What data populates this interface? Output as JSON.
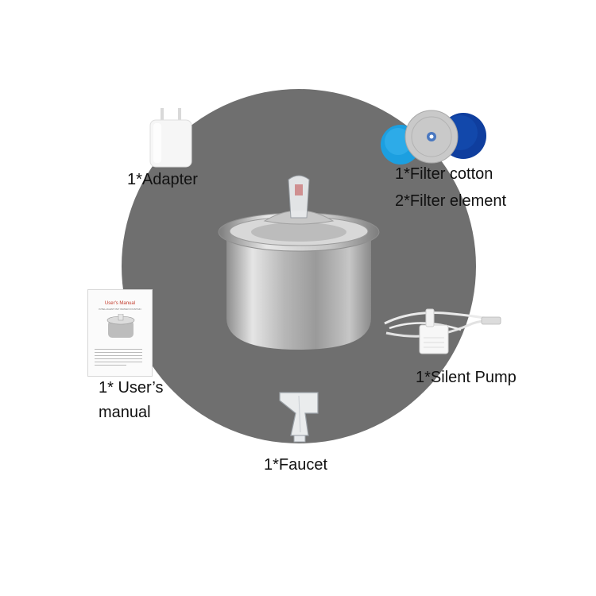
{
  "items": {
    "adapter": "1*Adapter",
    "filter_cotton": "1*Filter cotton",
    "filter_element": "2*Filter element",
    "manual_line1": "1* User’s",
    "manual_line2": "manual",
    "pump": "1*Silent Pump",
    "faucet": "1*Faucet"
  },
  "manual_cover": {
    "title": "User's Manual",
    "subtitle": "INTELLIGENT PET WATER FOUNTAIN"
  },
  "colors": {
    "background": "#ffffff",
    "circle": "#6f6f6f",
    "filter_light_blue": "#1c9fe0",
    "filter_dark_blue": "#0f3e9e",
    "filter_element": "#c9c9c9"
  }
}
